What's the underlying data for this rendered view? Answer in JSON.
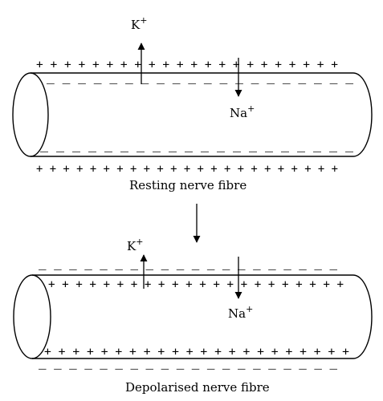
{
  "resting": {
    "label": "Resting nerve fibre",
    "k_ion": "K",
    "na_ion": "Na",
    "superscript": "+",
    "outer_top": "+ + + + + + +  + + + + + + +  + + + + + + + +",
    "inner_top": "— — — — — — — — — — — — — — — — — — — —",
    "inner_bottom": "— — — — — — — — — — — — — — — — — — — —",
    "outer_bottom": "+ + + + + + + +  + + + + + + +  + + + + + + + +"
  },
  "depolarised": {
    "label": "Depolarised nerve fibre",
    "k_ion": "K",
    "na_ion": "Na",
    "superscript": "+",
    "outer_top": "— — — — — — — — — — — — — — — — — — — —",
    "inner_top": "+ + + + + + + + + + + + + + + + + + + + + +",
    "inner_bottom": "+ + + + + + + +  + + + + + + +  + + + + + + +",
    "outer_bottom": "— — — — — — — — — — — — — — — — — — — —"
  }
}
